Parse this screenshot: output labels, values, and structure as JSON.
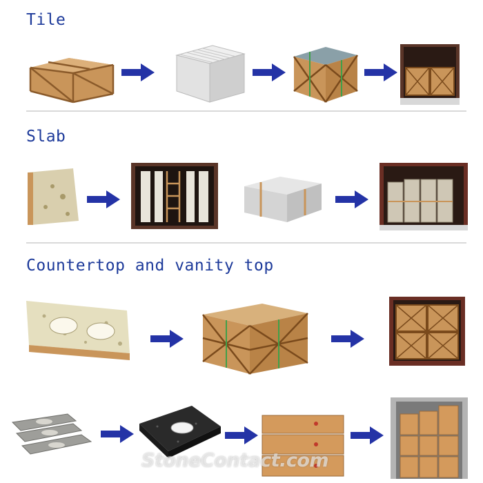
{
  "sections": [
    {
      "title": "Tile",
      "steps": [
        "wooden-crate",
        "wrapped-tiles",
        "strapped-crate",
        "loaded-container"
      ]
    },
    {
      "title": "Slab",
      "steps": [
        "slab-bundle",
        "slabs-in-container",
        "slab-frame-bundle",
        "loaded-container"
      ]
    },
    {
      "title": "Countertop and vanity top",
      "steps": [
        "vanity-top",
        "crated-countertops",
        "loaded-container"
      ]
    },
    {
      "title": "",
      "steps": [
        "vanity-tops-stack",
        "black-vanity-top",
        "carton-boxes",
        "loaded-container"
      ]
    }
  ],
  "watermark": "StoneContact.com",
  "colors": {
    "title": "#1d3a9a",
    "arrow": "#2433a6",
    "wood": "#c9955a",
    "divider": "#d9d9d9"
  }
}
